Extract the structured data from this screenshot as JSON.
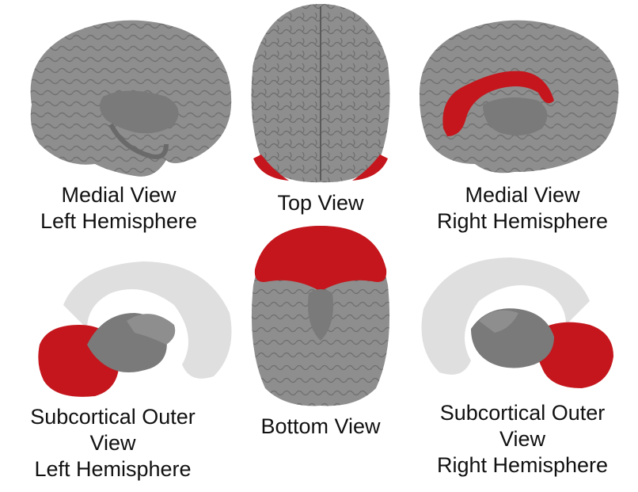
{
  "colors": {
    "cortex": "#8e8e8e",
    "cortex_dark": "#6a6a6a",
    "cortex_light": "#b4b4b4",
    "ghost": "#d9d9d9",
    "highlight": "#c4161c",
    "highlight_dark": "#8a0d10",
    "text": "#111111"
  },
  "panels": [
    {
      "id": "medial-left",
      "caption": [
        "Medial View",
        "Left Hemisphere"
      ],
      "highlight": "none"
    },
    {
      "id": "top",
      "caption": [
        "Top View"
      ],
      "highlight": "occipital-poles"
    },
    {
      "id": "medial-right",
      "caption": [
        "Medial View",
        "Right Hemisphere"
      ],
      "highlight": "cingulate"
    },
    {
      "id": "subcortical-left",
      "caption": [
        "Subcortical Outer",
        "View",
        "Left Hemisphere"
      ],
      "highlight": "cerebellum"
    },
    {
      "id": "bottom",
      "caption": [
        "Bottom View"
      ],
      "highlight": "frontal-lobes"
    },
    {
      "id": "subcortical-right",
      "caption": [
        "Subcortical Outer",
        "View",
        "Right Hemisphere"
      ],
      "highlight": "cerebellum"
    }
  ],
  "icons": [
    "brain-medial-icon",
    "brain-top-icon",
    "brain-bottom-icon",
    "subcortical-icon"
  ]
}
